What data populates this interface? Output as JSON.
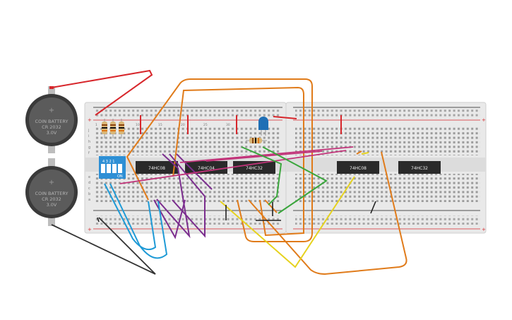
{
  "batteries": [
    {
      "name": "COIN BATTERY",
      "model": "CR 2032",
      "voltage": "3.0V"
    },
    {
      "name": "COIN BATTERY",
      "model": "CR 2032",
      "voltage": "3.0V"
    }
  ],
  "chips": [
    {
      "label": "74HC08"
    },
    {
      "label": "74HC04"
    },
    {
      "label": "74HC32"
    },
    {
      "label": "74HC08"
    },
    {
      "label": "74HC32"
    }
  ],
  "dip_switch": {
    "numbers": "4 3 2 1",
    "on_label": "ON"
  },
  "breadboard": {
    "row_letters_top": [
      "j",
      "i",
      "h",
      "g",
      "f"
    ],
    "row_letters_bottom": [
      "e",
      "d",
      "c",
      "b",
      "a"
    ],
    "column_numbers": [
      "1",
      "5",
      "10",
      "15",
      "20",
      "25",
      "30"
    ]
  },
  "colors": {
    "red": "#d7262b",
    "orange": "#e07b1a",
    "purple": "#7b2d8e",
    "magenta": "#c2347a",
    "blue": "#1e9ad6",
    "green": "#3aa63c",
    "yellow": "#e6d21e",
    "black": "#222222",
    "chip": "#2a2a2a",
    "board": "#e9e9e9",
    "switch": "#2d8fd5",
    "led": "#1f6fb5"
  }
}
